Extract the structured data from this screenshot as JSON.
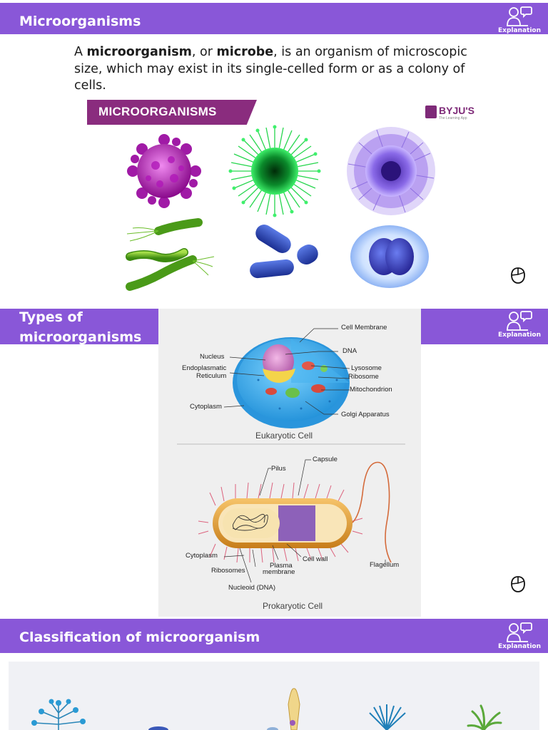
{
  "slides": {
    "one": {
      "title": "Microorganisms",
      "badge_label": "Explanation",
      "intro": {
        "p1": "A ",
        "b1": "microorganism",
        "p2": ", or ",
        "b2": "microbe",
        "p3": ", is an organism of microscopic size, which may exist in its single-celled form or as a colony of cells."
      },
      "figure": {
        "heading": "MICROORGANISMS",
        "brand": "BYJU'S",
        "brand_tagline": "The Learning App"
      }
    },
    "two": {
      "title": "Types of microorganisms",
      "badge_label": "Explanation",
      "eukaryotic": {
        "caption": "Eukaryotic Cell",
        "labels": {
          "cell_membrane": "Cell Membrane",
          "dna": "DNA",
          "nucleus": "Nucleus",
          "er_line1": "Endoplasmatic",
          "er_line2": "Reticulum",
          "lysosome": "Lysosome",
          "ribosome": "Ribosome",
          "mitochondrion": "Mitochondrion",
          "cytoplasm": "Cytoplasm",
          "golgi": "Golgi Apparatus"
        }
      },
      "prokaryotic": {
        "caption": "Prokaryotic Cell",
        "labels": {
          "capsule": "Capsule",
          "pilus": "Pilus",
          "cytoplasm": "Cytoplasm",
          "cell_wall": "Cell wall",
          "plasma_line1": "Plasma",
          "plasma_line2": "membrane",
          "ribosomes": "Ribosomes",
          "flagellum": "Flagellum",
          "nucleoid": "Nucleoid (DNA)"
        }
      }
    },
    "three": {
      "title": "Classification of microorganism",
      "badge_label": "Explanation"
    }
  },
  "colors": {
    "banner": "#8957d8",
    "figure_bar": "#8a2c7e",
    "brand": "#7e2a78"
  },
  "icons": [
    "explanation-icon",
    "mouse-cursor-icon"
  ]
}
